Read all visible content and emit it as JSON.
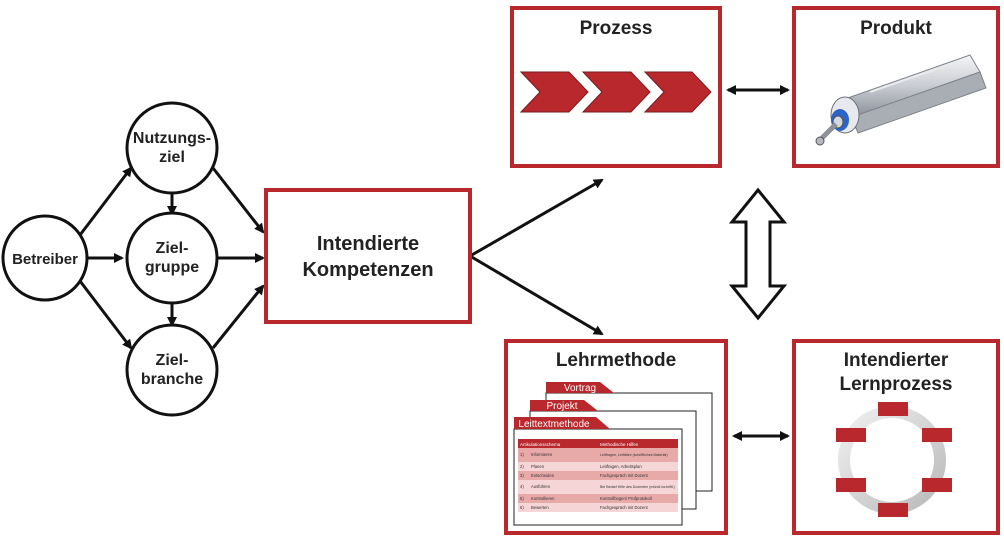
{
  "nodes": {
    "betreiber": "Betreiber",
    "nutzungsziel": [
      "Nutzungs-",
      "ziel"
    ],
    "zielgruppe": [
      "Ziel-",
      "gruppe"
    ],
    "zielbranche": [
      "Ziel-",
      "branche"
    ],
    "kompetenzen": [
      "Intendierte",
      "Kompetenzen"
    ]
  },
  "panels": {
    "prozess": "Prozess",
    "produkt": "Produkt",
    "lehrmethode": "Lehrmethode",
    "lernprozess": [
      "Intendierter",
      "Lernprozess"
    ]
  },
  "lehrmethode_cards": {
    "vortrag": "Vortrag",
    "projekt": "Projekt",
    "leittext": "Leittextmethode",
    "table": {
      "headers": [
        "Artikulationsschema",
        "Methodische Hilfen"
      ],
      "rows": [
        [
          "1)",
          "Informieren",
          "Leitfragen, Leittätze (schriftliches Material)"
        ],
        [
          "2)",
          "Planen",
          "Leitfragen, Arbeitsplan"
        ],
        [
          "3)",
          "Entscheiden",
          "Fachgespräch mit Dozent"
        ],
        [
          "4)",
          "Ausführen",
          "Bei Bedarf Hilfe des Dozenten (mündl./schriftl.)"
        ],
        [
          "5)",
          "Kontrollieren",
          "Kontrollbogen/ Prüfprotokoll"
        ],
        [
          "6)",
          "Bewerten",
          "Fachgespräch mit Dozent"
        ]
      ]
    }
  },
  "colors": {
    "accent": "#b8282d",
    "node_border": "#111111",
    "table_header": "#b8282d",
    "table_row_dark": "#e8a9a9",
    "table_row_light": "#f5d5d5"
  }
}
